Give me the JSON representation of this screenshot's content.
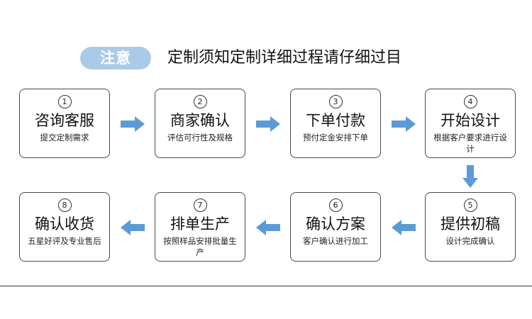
{
  "header": {
    "badge": "注意",
    "title": "定制须知定制详细过程请仔细过目"
  },
  "steps": [
    {
      "num": "1",
      "title": "咨询客服",
      "desc": "提交定制需求"
    },
    {
      "num": "2",
      "title": "商家确认",
      "desc": "评估可行性及规格"
    },
    {
      "num": "3",
      "title": "下单付款",
      "desc": "预付定金安排下单"
    },
    {
      "num": "4",
      "title": "开始设计",
      "desc": "根据客户要求进行设计"
    },
    {
      "num": "5",
      "title": "提供初稿",
      "desc": "设计完成确认"
    },
    {
      "num": "6",
      "title": "确认方案",
      "desc": "客户确认进行加工"
    },
    {
      "num": "7",
      "title": "排单生产",
      "desc": "按照样品安排批量生产"
    },
    {
      "num": "8",
      "title": "确认收货",
      "desc": "五星好评及专业售后"
    }
  ],
  "colors": {
    "accent": "#a9cbe8",
    "arrow": "#5b9bd5",
    "border": "#4a4a4a"
  }
}
